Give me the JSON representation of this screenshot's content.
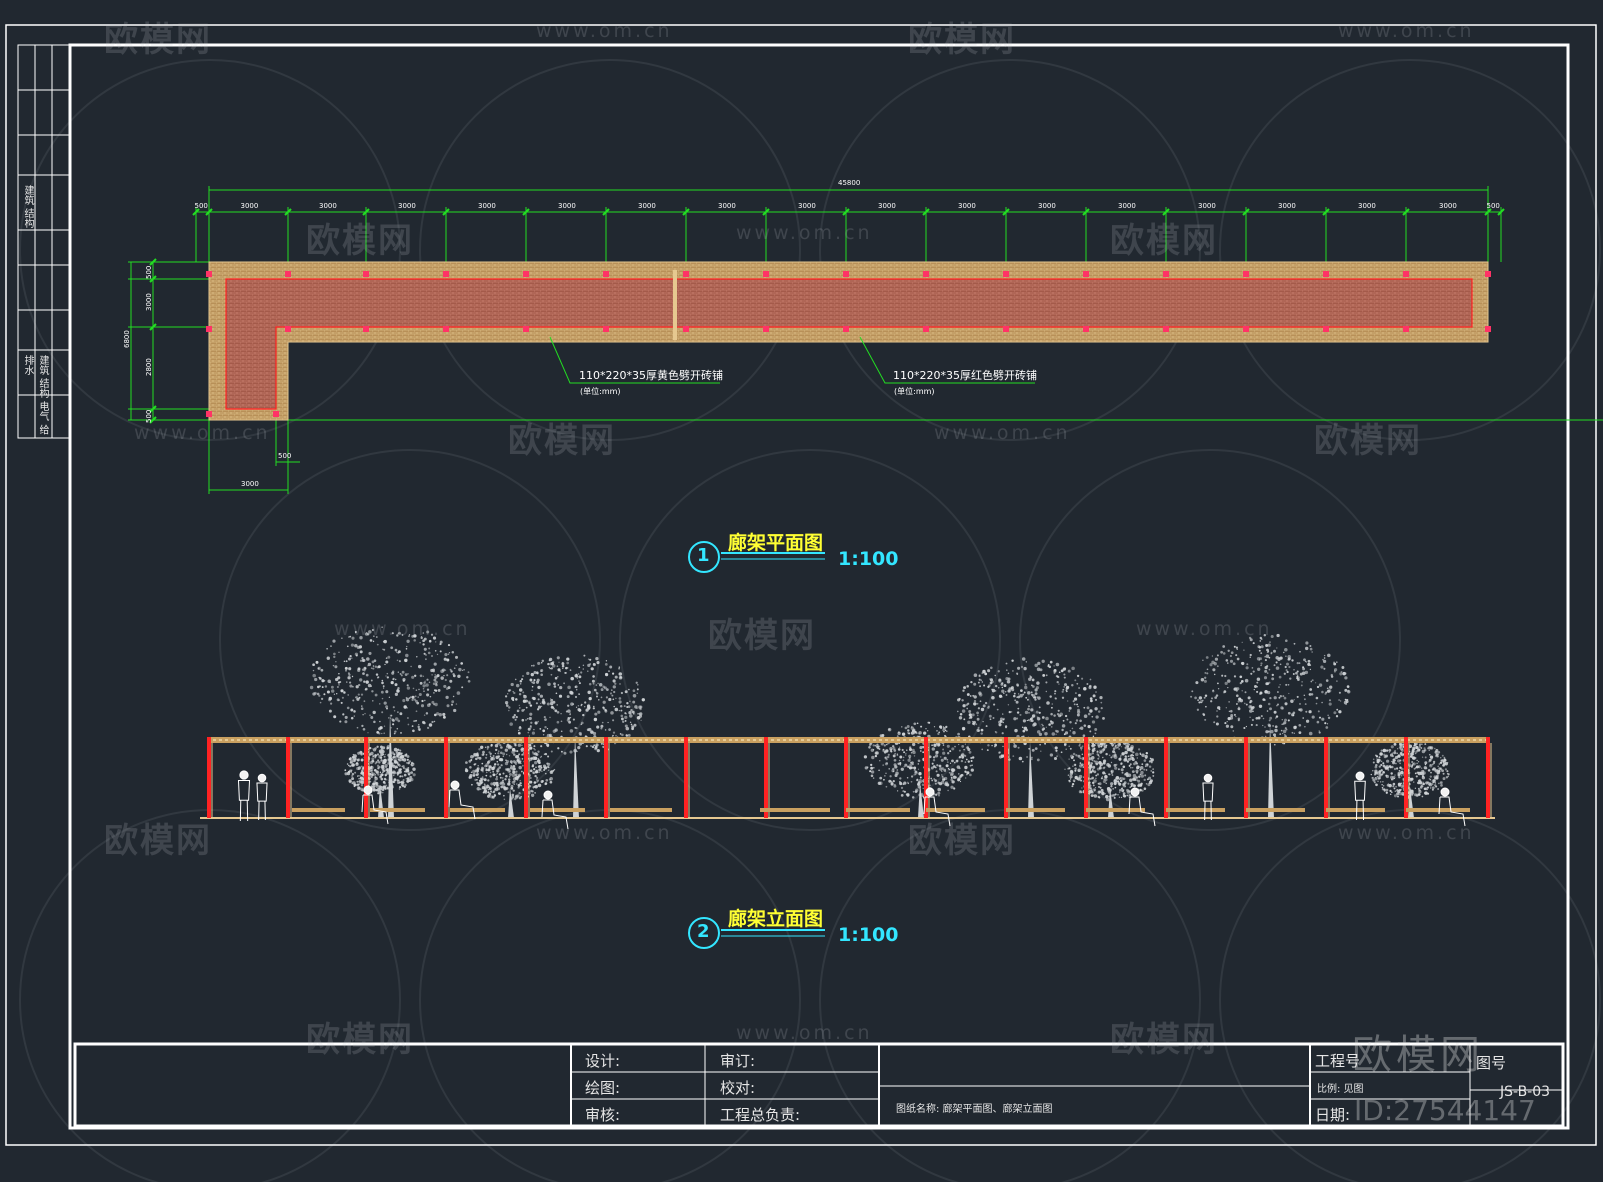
{
  "colors": {
    "background": "#212830",
    "frame": "#ffffff",
    "dimension": "#22dd22",
    "column": "#ff2222",
    "paving": "#c07868",
    "paving_border": "#e6c890",
    "title_text": "#ffff33",
    "scale_text": "#33e6ff",
    "tree": "#cfd3d6"
  },
  "plan": {
    "overall_dimension": "45800",
    "segment_dimensions": [
      "500",
      "3000",
      "3000",
      "3000",
      "3000",
      "3000",
      "3000",
      "3000",
      "3000",
      "3000",
      "3000",
      "3000",
      "3000",
      "3000",
      "3000",
      "3000",
      "3000",
      "500"
    ],
    "left_dimensions": [
      "500",
      "3000",
      "2800",
      "500"
    ],
    "left_total": "6800",
    "bottom_dimensions": [
      "500",
      "3000"
    ],
    "note_1": {
      "text": "110*220*35厚黄色劈开砖铺",
      "sub": "(单位:mm)"
    },
    "note_2": {
      "text": "110*220*35厚红色劈开砖铺",
      "sub": "(单位:mm)"
    },
    "title": "廊架平面图",
    "number": "1",
    "scale": "1:100"
  },
  "elevation": {
    "title": "廊架立面图",
    "number": "2",
    "scale": "1:100"
  },
  "side_strip": {
    "cell_a": "建筑 结构",
    "cell_b": "建筑 结构 电气 给排水"
  },
  "title_block": {
    "design": "设计:",
    "drawing": "绘图:",
    "review": "审核:",
    "audit": "审订:",
    "check": "校对:",
    "chief": "工程总负责:",
    "drawing_name": "图纸名称: 廊架平面图、廊架立面图",
    "project_no": "工程号",
    "scale_row": "比例: 见图",
    "date": "日期:",
    "sheet_label": "图号",
    "sheet_no": "JS-B-03"
  },
  "watermarks": {
    "logo": "欧模网",
    "url": "www.om.cn",
    "id": "ID:27544147"
  }
}
